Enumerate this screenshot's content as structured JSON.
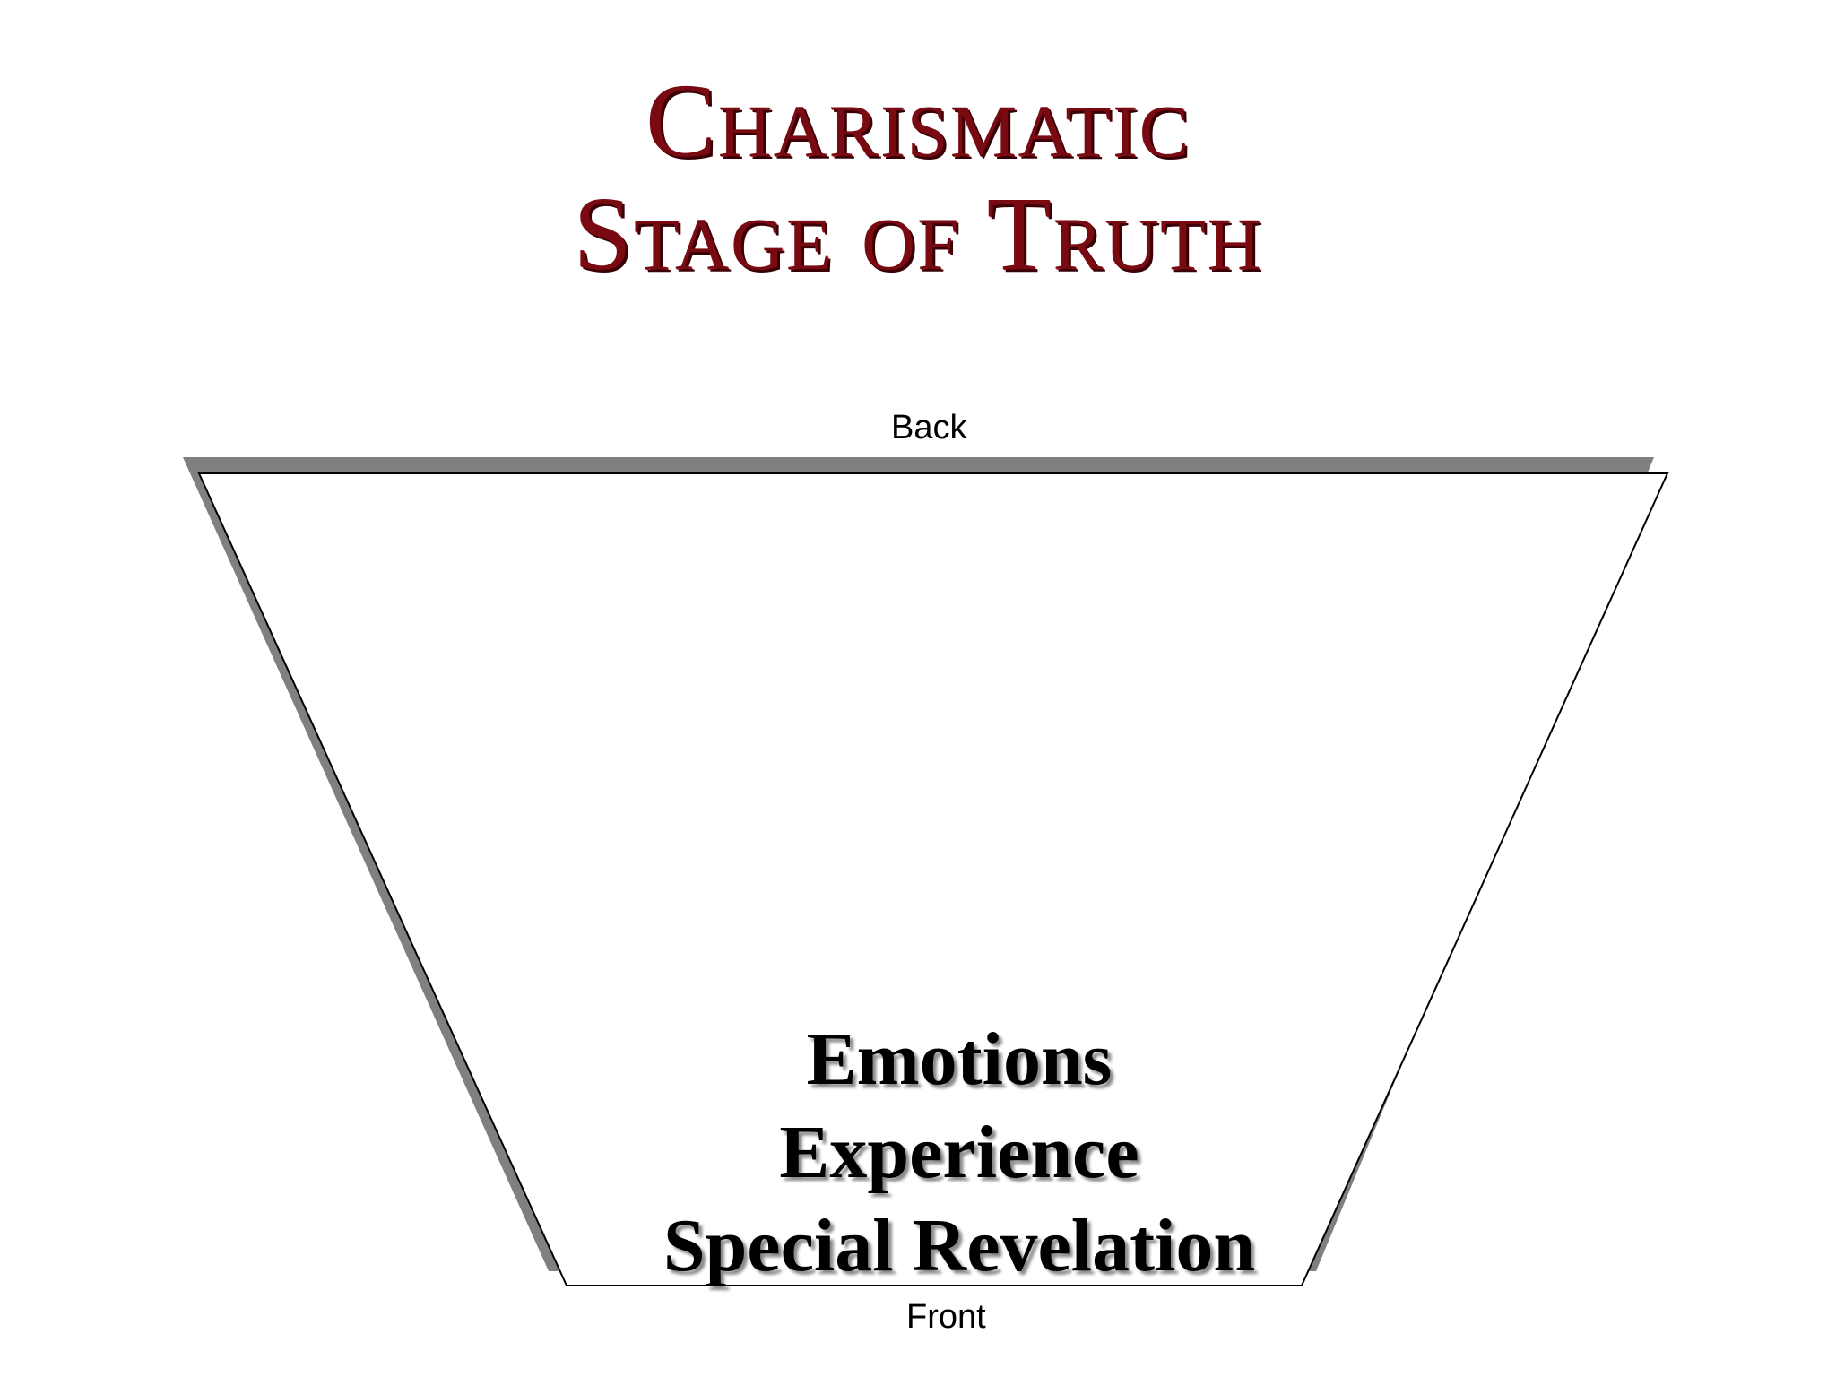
{
  "title": {
    "line1": "Charismatic",
    "line2": "Stage of Truth"
  },
  "stage": {
    "back_label": "Back",
    "front_label": "Front",
    "items": [
      "Emotions",
      "Experience",
      "Special Revelation"
    ]
  },
  "colors": {
    "title": "#7a0a12",
    "stage_shadow": "#808080",
    "stage_outline": "#000000"
  }
}
